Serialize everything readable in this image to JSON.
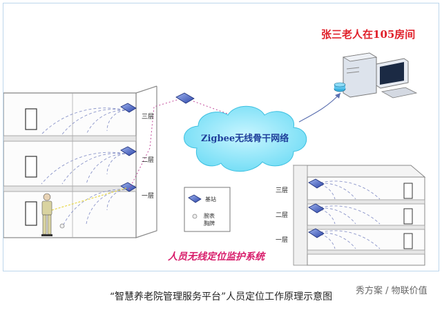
{
  "alert": "张三老人在105房间",
  "cloud": "Zigbee无线骨干网络",
  "floors_left": {
    "third": "三层",
    "second": "二层",
    "first": "一层"
  },
  "floors_right": {
    "third": "三层",
    "second": "二层",
    "first": "一层"
  },
  "legend": {
    "base_station": "基站",
    "tag_line1": "腕表",
    "tag_line2": "胸牌"
  },
  "system_title": "人员无线定位监护系统",
  "caption": "“智慧养老院管理服务平台”人员定位工作原理示意图",
  "watermark": "秀方案 / 物联价值",
  "colors": {
    "accent_red": "#e0202a",
    "title_magenta": "#d81e6c",
    "cloud": "#7fe3f7",
    "base_station": "#3b5fbf",
    "signal_dash": "#8a94c9"
  }
}
